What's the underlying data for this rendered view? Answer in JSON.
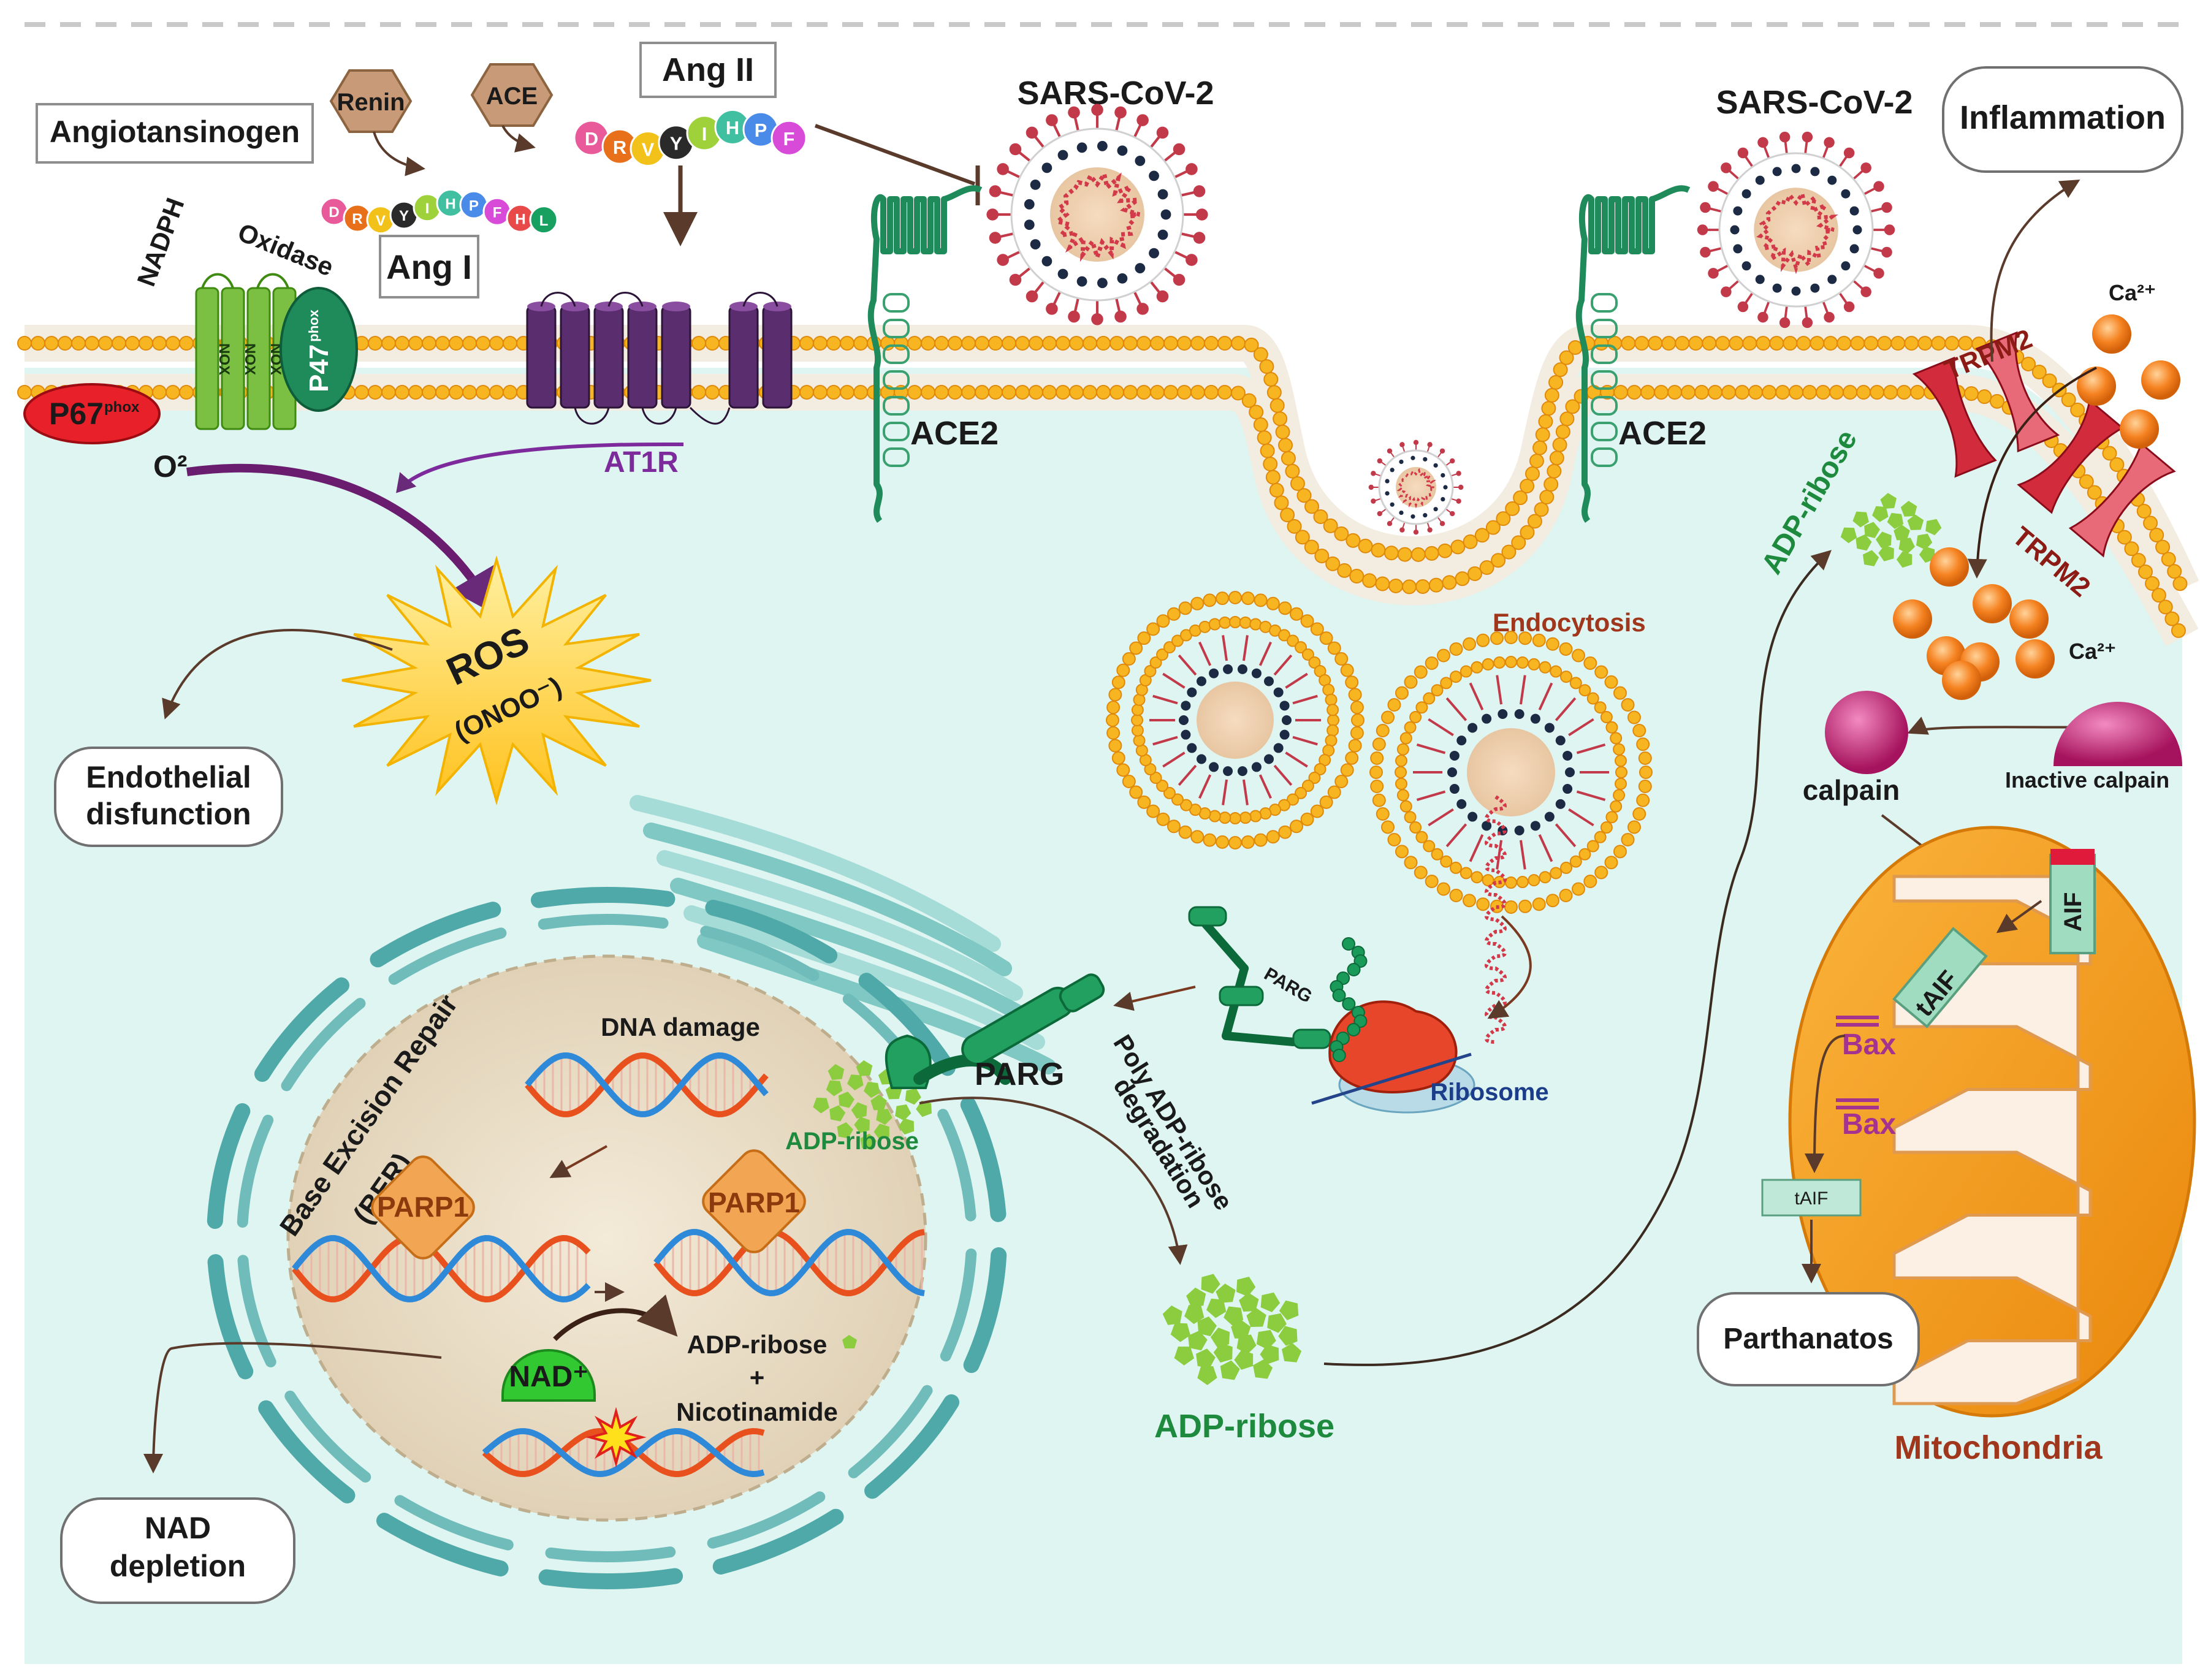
{
  "labels": {
    "angiotensinogen": "Angiotansinogen",
    "renin": "Renin",
    "ace": "ACE",
    "ang1": "Ang I",
    "ang2": "Ang II",
    "nadph_oxidase": "NADPH  Oxidase",
    "nox": "NOX",
    "p47": "P47",
    "p67": "P67",
    "phox": "phox",
    "o2": "O²",
    "at1r": "AT1R",
    "sars_left": "SARS-CoV-2",
    "sars_right": "SARS-CoV-2",
    "ace2_left": "ACE2",
    "ace2_right": "ACE2",
    "endocytosis": "Endocytosis",
    "ros": "ROS",
    "onoo": "(ONOO⁻)",
    "endothelial_line1": "Endothelial",
    "endothelial_line2": "disfunction",
    "inflammation": "Inflammation",
    "ca_top": "Ca²⁺",
    "ca_bottom": "Ca²⁺",
    "trpm2_top": "TRPM2",
    "trpm2_bottom": "TRPM2",
    "adp_ribose_membrane": "ADP-ribose",
    "calpain": "calpain",
    "inactive_calpain": "Inactive calpain",
    "aif": "AIF",
    "taif_mito": "tAIF",
    "bax1": "Bax",
    "bax2": "Bax",
    "taif_cyto": "tAIF",
    "parthanatos": "Parthanatos",
    "mitochondria": "Mitochondria",
    "parg_small": "PARG",
    "parg_big": "PARG",
    "ribosome": "Ribosome",
    "poly_line1": "Poly ADP-ribose",
    "poly_line2": "degradation",
    "adp_ribose_cyto": "ADP-ribose",
    "adp_ribose_nucleus": "ADP-ribose",
    "dna_damage": "DNA damage",
    "ber_line1": "Base Excision Repair",
    "ber_line2": "(BER)",
    "parp1_left": "PARP1",
    "parp1_right": "PARP1",
    "nad": "NAD⁺",
    "adp_ribose_product": "ADP-ribose",
    "plus": "+",
    "nicotinamide": "Nicotinamide",
    "nad_line1": "NAD",
    "nad_line2": "depletion"
  },
  "peptides": {
    "ang1": [
      "D",
      "R",
      "V",
      "Y",
      "I",
      "H",
      "P",
      "F",
      "H",
      "L"
    ],
    "ang2": [
      "D",
      "R",
      "V",
      "Y",
      "I",
      "H",
      "P",
      "F"
    ]
  },
  "colors": {
    "cell_bg": "#dff5f1",
    "membrane_head": "#f6b521",
    "membrane_head_edge": "#e08a0b",
    "ace2": "#1f8a5a",
    "at1r": "#5a2e6e",
    "nox": "#7bc043",
    "p67": "#e8202a",
    "p47": "#1f8a5a",
    "ros": "#ffd23f",
    "virus_spike": "#c23a4a",
    "calcium": "#f58220",
    "trpm2": "#d22c3c",
    "calpain": "#b8186b",
    "mito_outer": "#f39a1c",
    "adp_ribose": "#8ccc3f",
    "parg": "#1c9a5a",
    "nucleus": "#e8dcc6",
    "nuclear_envelope": "#4fa9a8",
    "bax": "#a4328f",
    "dark_red_text": "#8b1b14",
    "purple_text": "#7d2a9c",
    "green_text": "#1e8a3e"
  }
}
